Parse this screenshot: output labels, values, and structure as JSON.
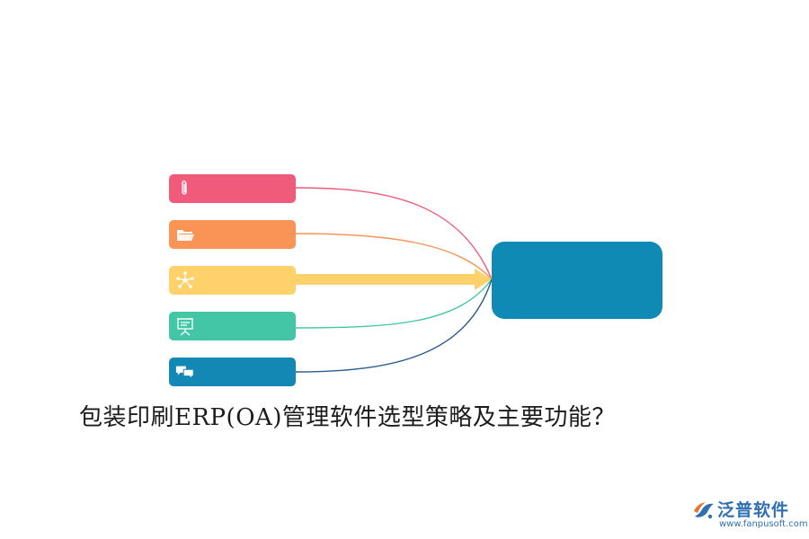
{
  "diagram": {
    "title": "包装印刷ERP(OA)管理软件选型策略及主要功能？",
    "nodes": [
      {
        "icon": "paperclip-icon",
        "color": "#f05b7c"
      },
      {
        "icon": "folder-icon",
        "color": "#f99456"
      },
      {
        "icon": "network-icon",
        "color": "#fed16a"
      },
      {
        "icon": "presentation-icon",
        "color": "#42c6a6"
      },
      {
        "icon": "chat-icon",
        "color": "#1488b4"
      }
    ],
    "target": {
      "color": "#0f8ab5"
    }
  },
  "watermark": {
    "brand": "泛普软件",
    "url": "www.fanpusoft.com",
    "color": "#2f6fb4"
  }
}
